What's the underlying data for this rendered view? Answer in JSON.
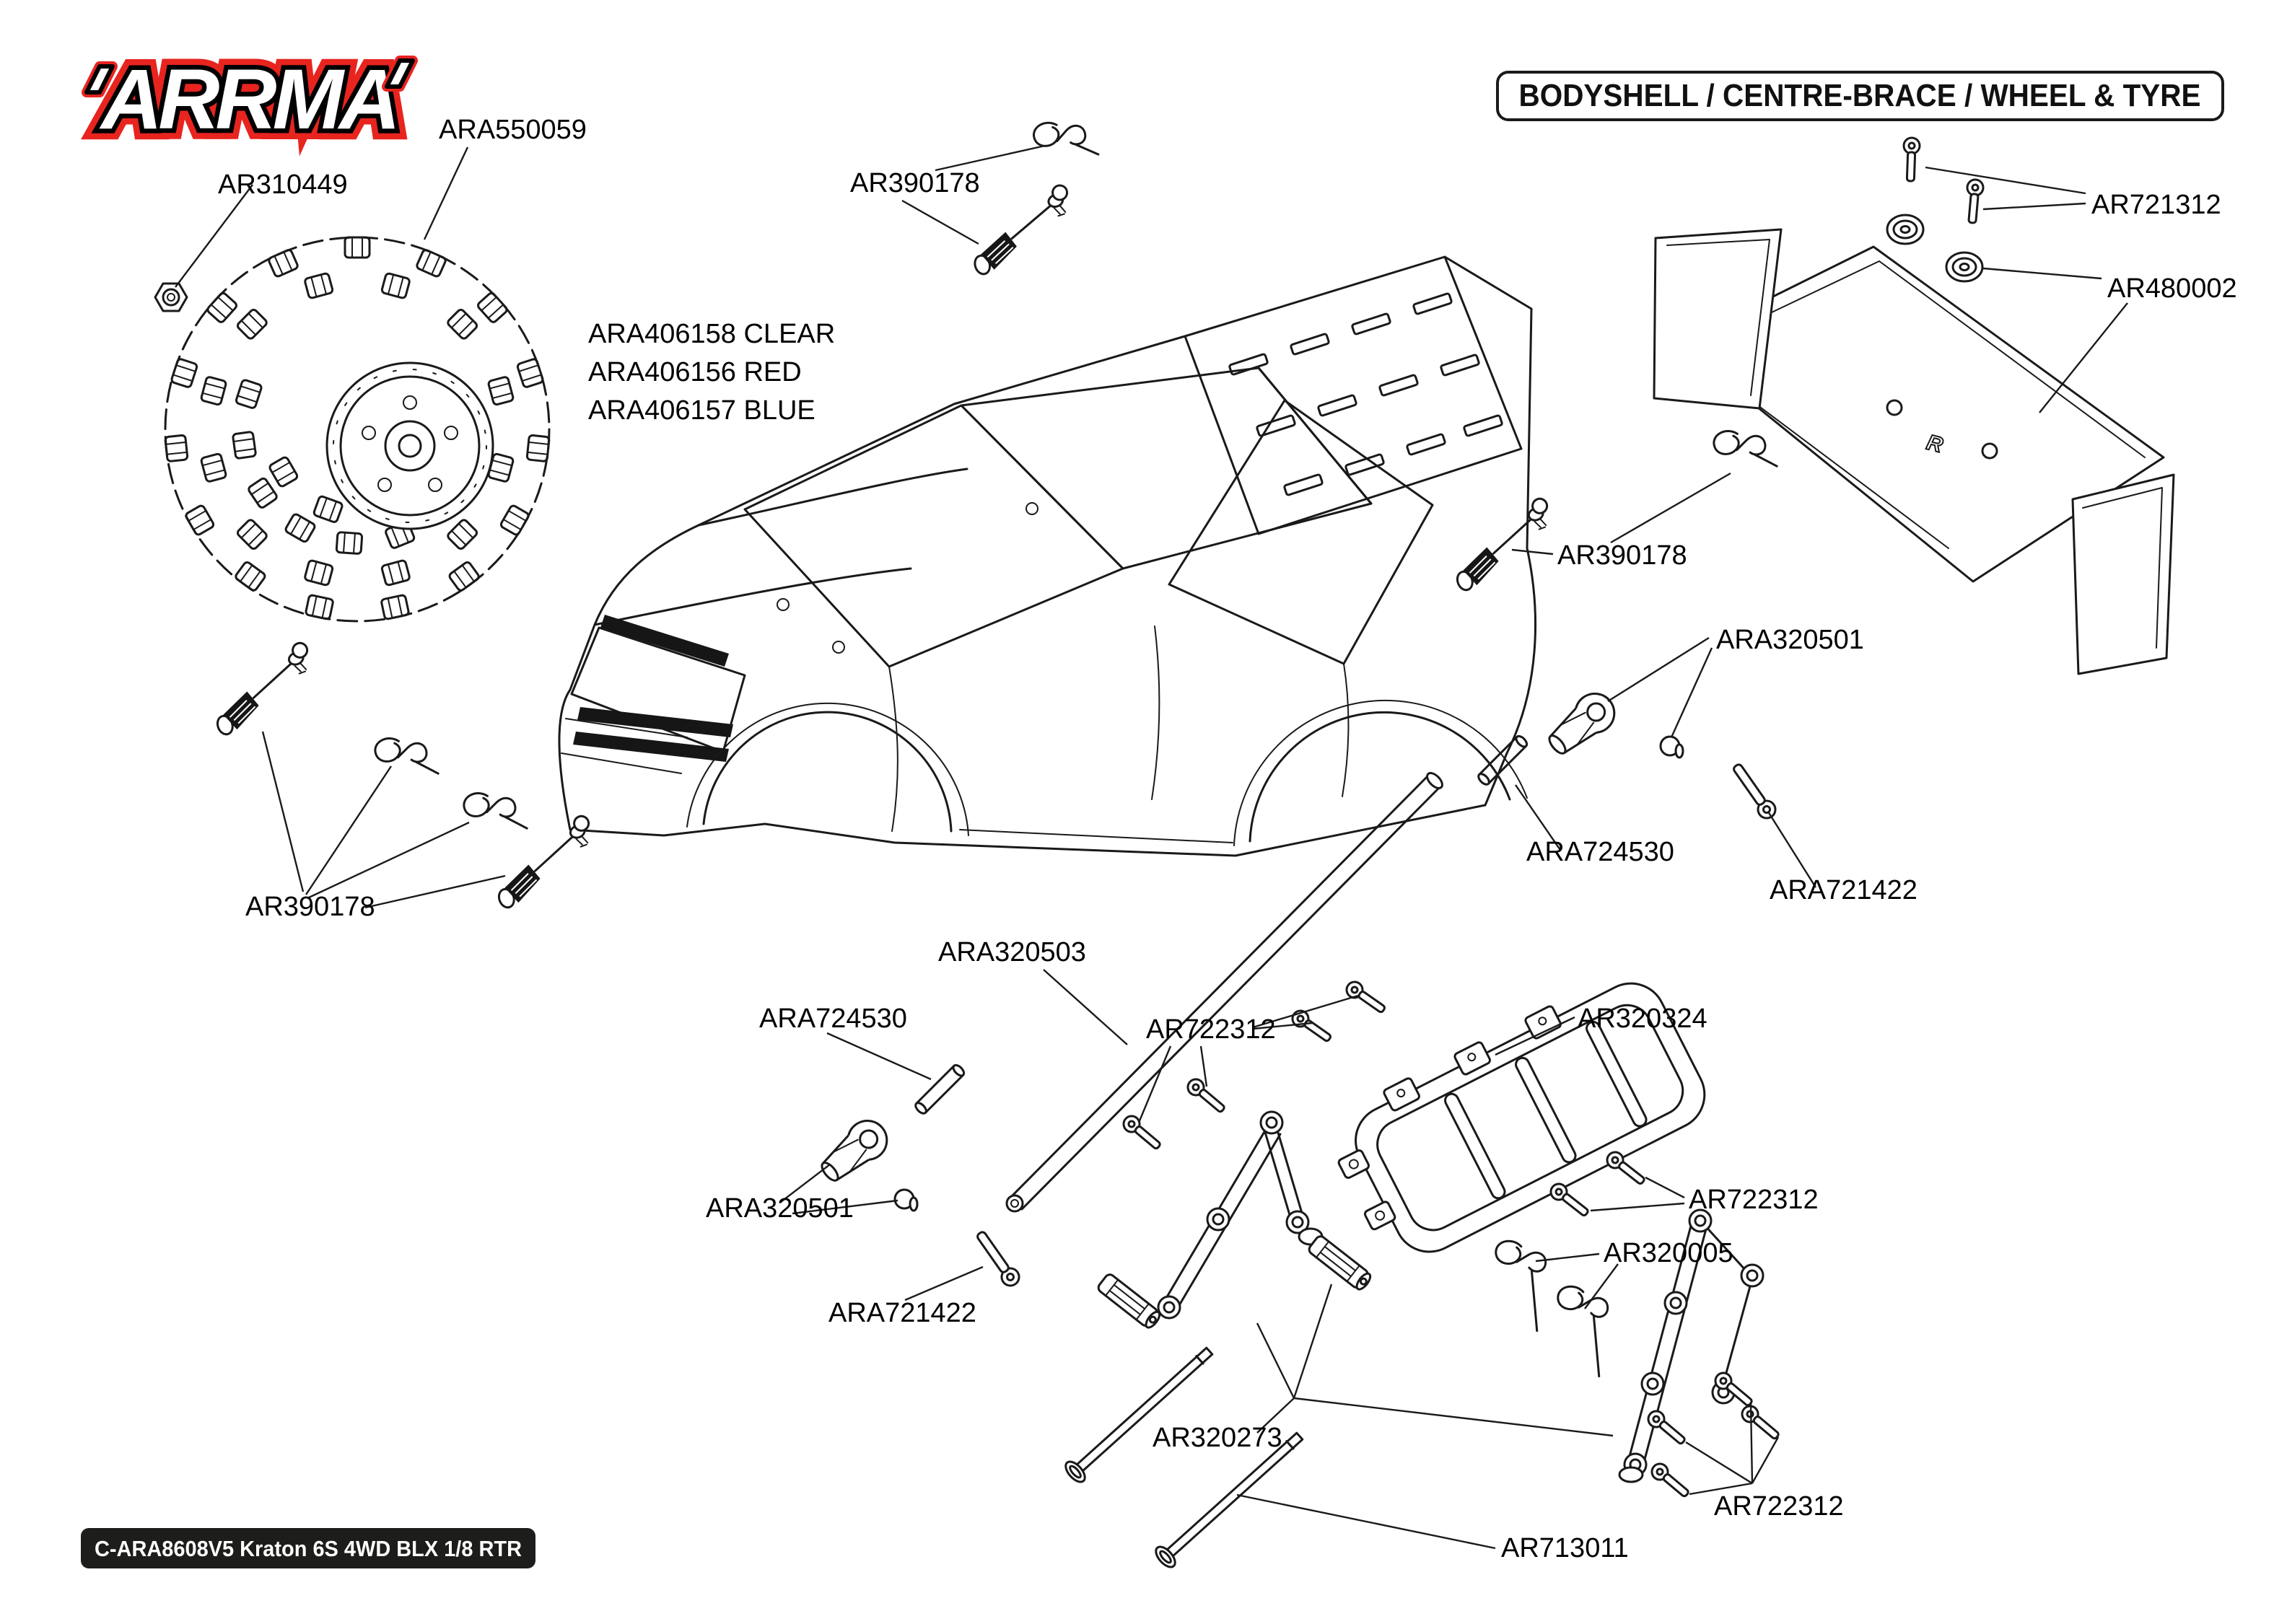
{
  "header": {
    "logo_text": "ARRMA",
    "title": "BODYSHELL / CENTRE-BRACE / WHEEL & TYRE"
  },
  "footer": {
    "model_code": "C-ARA8608V5 Kraton 6S 4WD BLX 1/8 RTR"
  },
  "wing": {
    "mark": "R"
  },
  "colors": {
    "ink": "#1a1a1a",
    "brand_red": "#e8241f",
    "paper": "#ffffff",
    "badge_bg": "#1d1d1b"
  },
  "labels": [
    {
      "id": "ar310449",
      "text": "AR310449"
    },
    {
      "id": "ara550059",
      "text": "ARA550059"
    },
    {
      "id": "ar390178-top",
      "text": "AR390178"
    },
    {
      "id": "ara406158",
      "text": "ARA406158 CLEAR"
    },
    {
      "id": "ara406156",
      "text": "ARA406156 RED"
    },
    {
      "id": "ara406157",
      "text": "ARA406157 BLUE"
    },
    {
      "id": "ar721312",
      "text": "AR721312"
    },
    {
      "id": "ar480002",
      "text": "AR480002"
    },
    {
      "id": "ar390178-right",
      "text": "AR390178"
    },
    {
      "id": "ara320501-right",
      "text": "ARA320501"
    },
    {
      "id": "ara724530-right",
      "text": "ARA724530"
    },
    {
      "id": "ara721422-right",
      "text": "ARA721422"
    },
    {
      "id": "ar390178-left",
      "text": "AR390178"
    },
    {
      "id": "ara320503",
      "text": "ARA320503"
    },
    {
      "id": "ara724530-center",
      "text": "ARA724530"
    },
    {
      "id": "ar722312-center",
      "text": "AR722312"
    },
    {
      "id": "ar320324",
      "text": "AR320324"
    },
    {
      "id": "ara320501-center",
      "text": "ARA320501"
    },
    {
      "id": "ar722312-right",
      "text": "AR722312"
    },
    {
      "id": "ar320005",
      "text": "AR320005"
    },
    {
      "id": "ara721422-center",
      "text": "ARA721422"
    },
    {
      "id": "ar320273",
      "text": "AR320273"
    },
    {
      "id": "ar713011",
      "text": "AR713011"
    },
    {
      "id": "ar722312-bottom",
      "text": "AR722312"
    }
  ]
}
